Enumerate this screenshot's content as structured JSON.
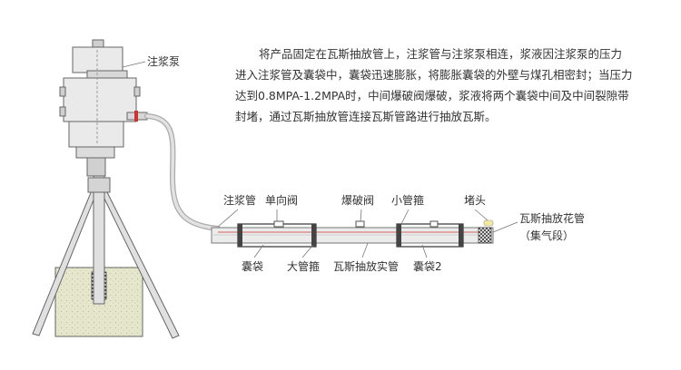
{
  "description": {
    "lines": [
      "将产品固定在瓦斯抽放管上，注浆管与注浆泵相连，浆液因注浆泵的压力",
      "进入注浆管及囊袋中，囊袋迅速膨胀，将膨胀囊袋的外壁与煤孔相密封；当压力",
      "达到0.8MPA-1.2MPA时，中间爆破阀爆破，浆液将两个囊袋中间及中间裂隙带",
      "封堵，通过瓦斯抽放管连接瓦斯管路进行抽放瓦斯。"
    ]
  },
  "labels": {
    "pump": "注浆泵",
    "grout_pipe": "注浆管",
    "check_valve": "单向阀",
    "burst_valve": "爆破阀",
    "small_clamp": "小管箍",
    "plug": "堵头",
    "perforated_pipe": "瓦斯抽放花管",
    "gas_collect": "（集气段）",
    "bag1": "囊袋",
    "big_clamp": "大管箍",
    "solid_pipe": "瓦斯抽放实管",
    "bag2": "囊袋2"
  },
  "colors": {
    "line": "#555555",
    "pipe_fill": "#e9e9e9",
    "pump_fill": "#eaeaea",
    "concrete": "#e6e6cc",
    "hose": "#d0d0d0",
    "red_mark": "#cc3333",
    "plug_tip": "#f2e9a0"
  }
}
